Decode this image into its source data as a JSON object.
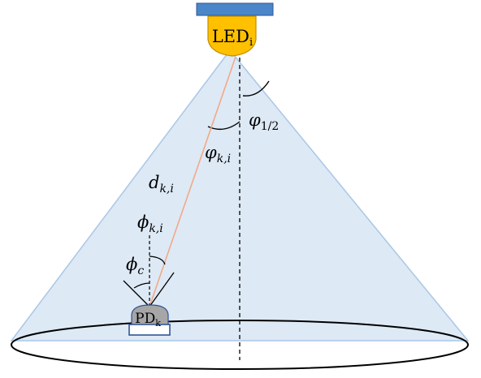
{
  "colors": {
    "cone_fill": "#dde9f5",
    "cone_stroke": "#a9c7e6",
    "led_mount": "#4a86c8",
    "led_body": "#ffc000",
    "led_outline": "#c09000",
    "pd_body": "#a6a6a6",
    "pd_outline": "#2f5597",
    "ray": "#f4a582",
    "line": "#000000"
  },
  "icons": {
    "led": "led-lamp-icon",
    "photodiode": "photodiode-icon"
  },
  "labels": {
    "led": {
      "main": "LED",
      "sub": "i"
    },
    "pd": {
      "main": "PD",
      "sub": "k"
    },
    "half_angle": {
      "sym": "φ",
      "sub": "1/2"
    },
    "irradiance_angle": {
      "sym": "φ",
      "sub": "k,i"
    },
    "distance": {
      "sym": "d",
      "sub": "k,i"
    },
    "incidence_angle": {
      "sym": "ϕ",
      "sub": "k,i"
    },
    "fov": {
      "sym": "ϕ",
      "sub": "c"
    }
  }
}
